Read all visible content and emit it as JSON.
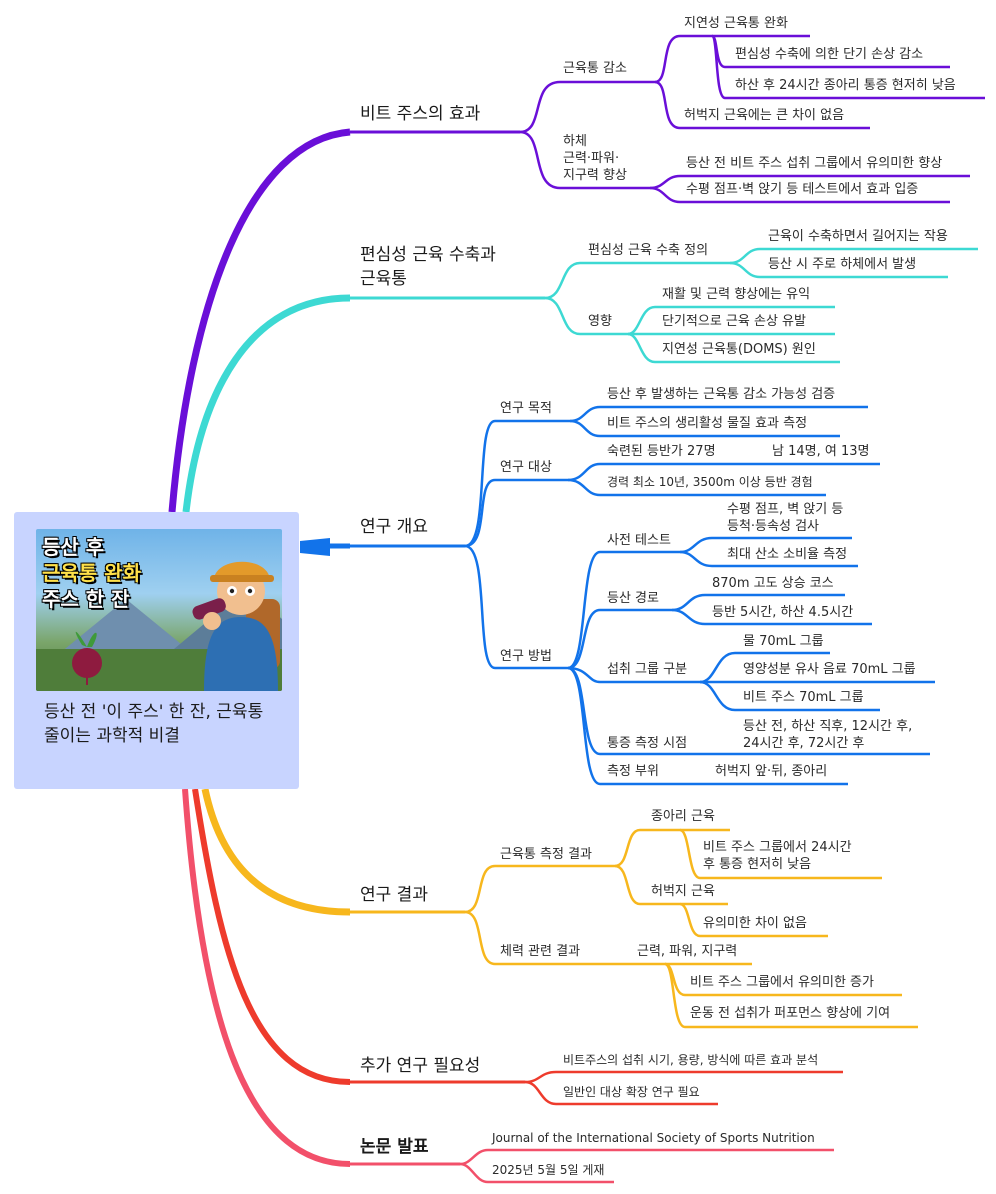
{
  "center": {
    "thumbnail_lines": [
      "등산 후",
      "근육통 완화",
      "주스 한 잔"
    ],
    "caption": "등산 전 '이 주스' 한 잔, 근육통 줄이는 과학적 비결"
  },
  "colors": {
    "effect": "#6a0fd8",
    "eccentric": "#3dd9d3",
    "overview": "#1273ea",
    "results": "#f7b71d",
    "further": "#ee3b2c",
    "paper": "#f2506a",
    "card": "#c8d4ff"
  },
  "branches": {
    "effect": {
      "title": "비트 주스의 효과",
      "muscle_pain": {
        "label": "근육통 감소",
        "delayed": "지연성 근육통 완화",
        "d1": "편심성 수축에 의한 단기 손상 감소",
        "d2": "하산 후 24시간 종아리 통증 현저히 낮음",
        "thigh": "허벅지 근육에는 큰 차이 없음"
      },
      "lower": {
        "label_lines": [
          "하체",
          "근력·파워·",
          "지구력 향상"
        ],
        "l1": "등산 전 비트 주스 섭취 그룹에서 유의미한 향상",
        "l2": "수평 점프·벽 앉기 등 테스트에서 효과 입증"
      }
    },
    "eccentric": {
      "title_lines": [
        "편심성 근육 수축과",
        "근육통"
      ],
      "def": {
        "label": "편심성 근육 수축 정의",
        "d1": "근육이 수축하면서 길어지는 작용",
        "d2": "등산 시 주로 하체에서 발생"
      },
      "impact": {
        "label": "영향",
        "i1": "재활 및 근력 향상에는 유익",
        "i2": "단기적으로 근육 손상 유발",
        "i3": "지연성 근육통(DOMS) 원인"
      }
    },
    "overview": {
      "title": "연구 개요",
      "purpose": {
        "label": "연구 목적",
        "p1": "등산 후 발생하는 근육통 감소 가능성 검증",
        "p2": "비트 주스의 생리활성 물질 효과 측정"
      },
      "subjects": {
        "label": "연구 대상",
        "s1": "숙련된 등반가 27명",
        "s1a": "남 14명, 여 13명",
        "s2": "경력 최소 10년, 3500m 이상 등반 경험"
      },
      "method": {
        "label": "연구 방법",
        "pretest": {
          "label": "사전 테스트",
          "t1_lines": [
            "수평 점프, 벽 앉기 등",
            "등척·등속성 검사"
          ],
          "t2": "최대 산소 소비율 측정"
        },
        "route": {
          "label": "등산 경로",
          "r1": "870m 고도 상승 코스",
          "r2": "등반 5시간, 하산 4.5시간"
        },
        "groups": {
          "label": "섭취 그룹 구분",
          "g1": "물 70mL 그룹",
          "g2": "영양성분 유사 음료 70mL 그룹",
          "g3": "비트 주스 70mL 그룹"
        },
        "timing": {
          "label": "통증 측정 시점",
          "t_lines": [
            "등산 전, 하산 직후, 12시간 후,",
            "24시간 후, 72시간 후"
          ]
        },
        "site": {
          "label": "측정 부위",
          "s": "허벅지 앞·뒤, 종아리"
        }
      }
    },
    "results": {
      "title": "연구 결과",
      "pain": {
        "label": "근육통 측정 결과",
        "calf": "종아리 근육",
        "calf_note_lines": [
          "비트 주스 그룹에서 24시간",
          "후 통증 현저히 낮음"
        ],
        "thigh": "허벅지 근육",
        "thigh_note": "유의미한 차이 없음"
      },
      "fitness": {
        "label": "체력 관련 결과",
        "head": "근력, 파워, 지구력",
        "f1": "비트 주스 그룹에서 유의미한 증가",
        "f2": "운동 전 섭취가 퍼포먼스 향상에 기여"
      }
    },
    "further": {
      "title": "추가 연구 필요성",
      "f1": "비트주스의 섭취 시기, 용량, 방식에 따른 효과 분석",
      "f2": "일반인 대상 확장 연구 필요"
    },
    "paper": {
      "title": "논문 발표",
      "p1": "Journal of the International Society of Sports Nutrition",
      "p2": "2025년 5월 5일 게재"
    }
  }
}
